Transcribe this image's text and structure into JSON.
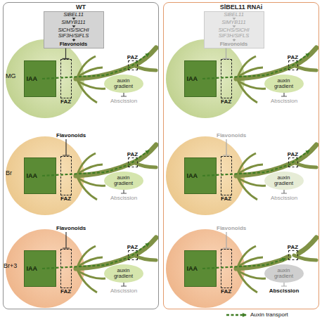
{
  "diagram": {
    "nodes": [
      {
        "text": [
          "WT"
        ]
      },
      {
        "text": [
          "SlBEL11",
          "SlMYB111",
          "SlCHS/SlCHI",
          "SlF3H/SlFLS",
          "Flavonoids"
        ],
        "in": 0
      },
      {
        "text": [
          "IAA"
        ],
        "in": 0
      },
      {
        "text": [
          "FAZ"
        ],
        "in": 0
      },
      {
        "text": [
          "PAZ"
        ],
        "in": 0
      },
      {
        "text": [
          "auxin gradient"
        ],
        "in": 0
      },
      {
        "text": [
          "IAA"
        ],
        "in": 0
      },
      {
        "text": [
          "FAZ"
        ],
        "in": 0
      },
      {
        "text": [
          "PAZ"
        ],
        "in": 0
      },
      {
        "text": [
          "auxin gradient"
        ],
        "in": 0
      },
      {
        "text": [
          "IAA"
        ],
        "in": 0
      },
      {
        "text": [
          "FAZ"
        ],
        "in": 0
      },
      {
        "text": [
          "PAZ"
        ],
        "in": 0
      },
      {
        "text": [
          "auxin gradient"
        ],
        "in": 0
      },
      {
        "text": [
          "SlBEL11 RNAi"
        ]
      },
      {
        "text": [
          "SlBEL11",
          "SlMYB111",
          "SlCHS/SlCHI",
          "SlF3H/SlFLS",
          "Flavonoids"
        ],
        "in": 14
      },
      {
        "text": [
          "IAA"
        ],
        "in": 14
      },
      {
        "text": [
          "FAZ"
        ],
        "in": 14
      },
      {
        "text": [
          "PAZ"
        ],
        "in": 14
      },
      {
        "text": [
          "auxin gradient"
        ],
        "in": 14
      },
      {
        "text": [
          "IAA"
        ],
        "in": 14
      },
      {
        "text": [
          "FAZ"
        ],
        "in": 14
      },
      {
        "text": [
          "PAZ"
        ],
        "in": 14
      },
      {
        "text": [
          "auxin gradient"
        ],
        "in": 14
      },
      {
        "text": [
          "IAA"
        ],
        "in": 14
      },
      {
        "text": [
          "FAZ"
        ],
        "in": 14
      },
      {
        "text": [
          "PAZ"
        ],
        "in": 14
      },
      {
        "text": [
          "auxin gradient"
        ],
        "in": 14
      }
    ],
    "edges": [
      {
        "from": 1,
        "to": 3,
        "arrow": "to"
      },
      {
        "from": 15,
        "to": 17,
        "arrow": "to"
      }
    ],
    "labels": [
      "MG",
      "Br",
      "Br+3",
      "Abscission",
      "Flavonoids",
      "Abscission",
      "Flavonoids",
      "Abscission",
      "Abscission",
      "Flavonoids",
      "Abscission",
      "Flavonoids",
      "Abscission"
    ],
    "legend": [
      {
        "text": "Auxin transport"
      }
    ]
  }
}
